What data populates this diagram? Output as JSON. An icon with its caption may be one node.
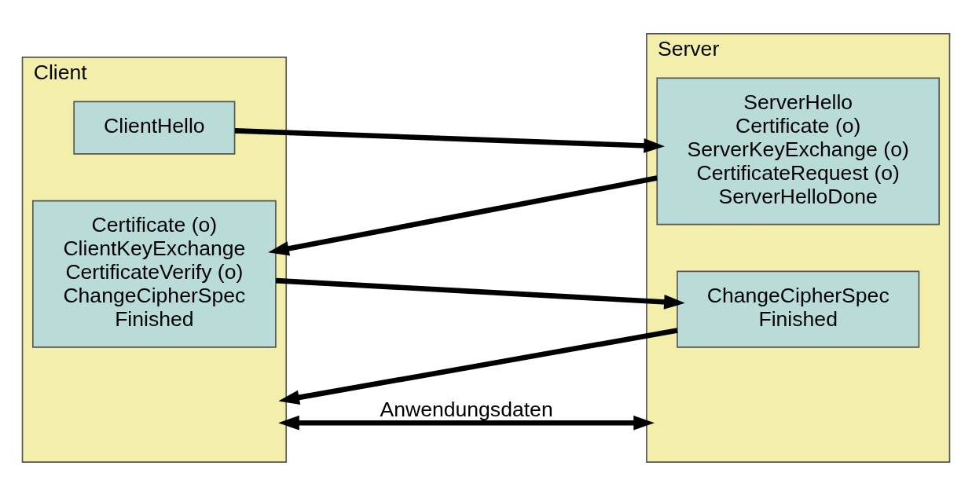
{
  "diagram": {
    "nodes": [
      {
        "text": [
          "Client"
        ]
      },
      {
        "text": [
          "ClientHello"
        ],
        "in": 0
      },
      {
        "text": [
          "Certificate (o)",
          "ClientKeyExchange",
          "CertificateVerify (o)",
          "ChangeCipherSpec",
          "Finished"
        ],
        "in": 0
      },
      {
        "text": [
          "Server"
        ]
      },
      {
        "text": [
          "ServerHello",
          "Certificate (o)",
          "ServerKeyExchange (o)",
          "CertificateRequest (o)",
          "ServerHelloDone"
        ],
        "in": 3
      },
      {
        "text": [
          "ChangeCipherSpec",
          "Finished"
        ],
        "in": 3
      }
    ],
    "edges": [
      {
        "from": 1,
        "to": 4,
        "arrow": "to"
      },
      {
        "from": 4,
        "to": 2,
        "arrow": "to"
      },
      {
        "from": 2,
        "to": 5,
        "arrow": "to"
      },
      {
        "from": 5,
        "to": 0,
        "arrow": "to"
      },
      {
        "from": 0,
        "to": 3,
        "arrow": "both",
        "label": "Anwendungsdaten"
      }
    ]
  }
}
